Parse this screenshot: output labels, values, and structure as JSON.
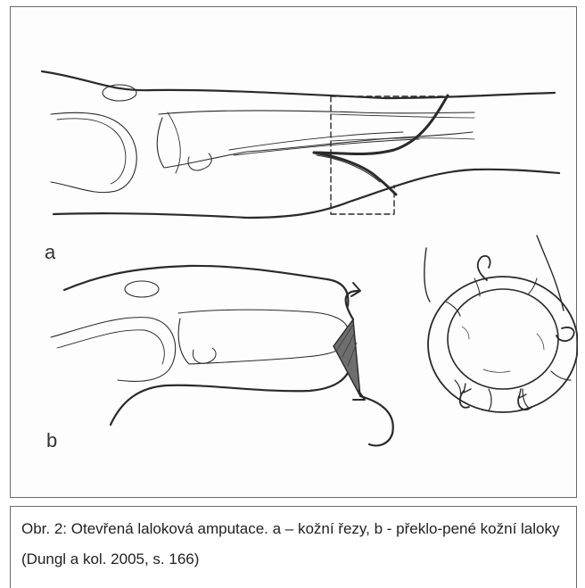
{
  "figure": {
    "label_a": "a",
    "label_b": "b",
    "line_color": "#2a2a2a",
    "shade_color": "#6e6e6e"
  },
  "caption": {
    "text": "Obr. 2: Otevřená laloková amputace. a – kožní řezy, b - překlo-pené kožní laloky (Dungl a kol. 2005, s. 166)"
  }
}
